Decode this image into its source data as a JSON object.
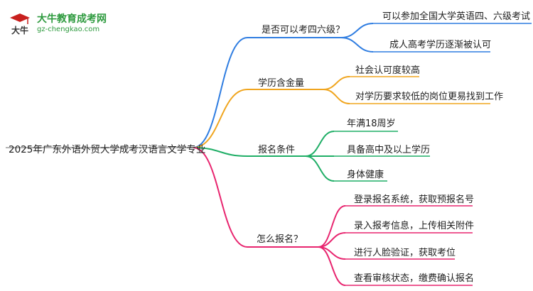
{
  "logo": {
    "icon": "cap-and-ox-head-logo",
    "mark_text": "大牛",
    "title": "大牛教育成考网",
    "url": "gz-chengkao.com",
    "color": "#2d9a3e"
  },
  "mindmap": {
    "root": "2025年广东外语外贸大学成考汉语言文学专业",
    "branches": [
      {
        "label": "是否可以考四六级？",
        "color": "#2f7de1",
        "children": [
          "可以参加全国大学英语四、六级考试",
          "成人高考学历逐渐被认可"
        ]
      },
      {
        "label": "学历含金量",
        "color": "#f0a51e",
        "children": [
          "社会认可度较高",
          "对学历要求较低的岗位更易找到工作"
        ]
      },
      {
        "label": "报名条件",
        "color": "#1fae66",
        "children": [
          "年满18周岁",
          "具备高中及以上学历",
          "身体健康"
        ]
      },
      {
        "label": "怎么报名？",
        "color": "#e8256f",
        "children": [
          "登录报名系统，获取预报名号",
          "录入报考信息，上传相关附件",
          "进行人脸验证，获取考位",
          "查看审核状态，缴费确认报名"
        ]
      }
    ]
  }
}
